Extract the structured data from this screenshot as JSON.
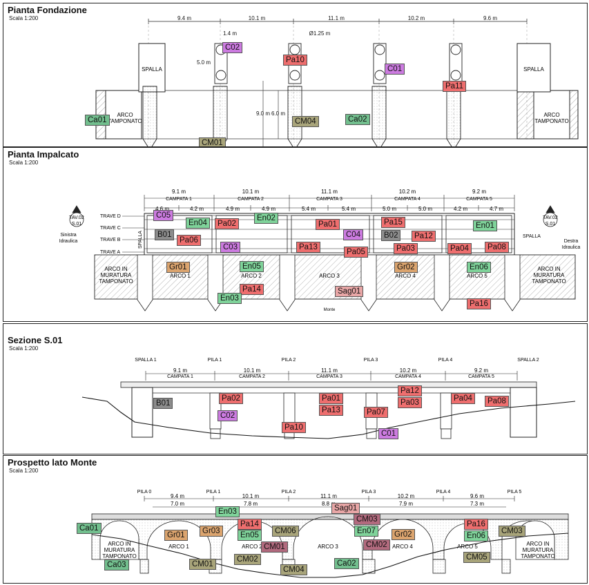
{
  "panels": {
    "fondazione": {
      "title": "Pianta Fondazione",
      "scale": "Scala 1:200"
    },
    "impalcato": {
      "title": "Pianta Impalcato",
      "scale": "Scala 1:200"
    },
    "sezione": {
      "title": "Sezione S.01",
      "scale": "Scala 1:200"
    },
    "prospetto": {
      "title": "Prospetto lato Monte",
      "scale": "Scala 1:200"
    }
  },
  "fondazione": {
    "dims_top": [
      "9.4 m",
      "10.1 m",
      "11.1 m",
      "10.2 m",
      "9.6 m"
    ],
    "dim_pile_w": "1.4 m",
    "dim_diam": "Ø1.25 m",
    "dim_pile_h": "5.0 m",
    "dim_9": "9.0 m",
    "dim_6": "6.0 m",
    "spalla": "SPALLA",
    "arco": [
      "ARCO",
      "TAMPONATO"
    ]
  },
  "impalcato": {
    "dims_top": [
      "9.1 m",
      "10.1 m",
      "11.1 m",
      "10.2 m",
      "9.2 m"
    ],
    "campate": [
      "CAMPATA 1",
      "CAMPATA 2",
      "CAMPATA 3",
      "CAMPATA 4",
      "CAMPATA 5"
    ],
    "dims_sub": [
      "4.6 m",
      "4.2 m",
      "4.9 m",
      "4.9 m",
      "5.4 m",
      "5.4 m",
      "5.0 m",
      "5.0 m",
      "4.2 m",
      "4.7 m"
    ],
    "travi": [
      "TRAVE D",
      "TRAVE C",
      "TRAVE B",
      "TRAVE A"
    ],
    "tav": [
      "TAV.02",
      "S.01"
    ],
    "sinistra": [
      "Sinistra",
      "Idraulica"
    ],
    "destra": [
      "Destra",
      "Idraulica"
    ],
    "spalla": "SPALLA",
    "archi": [
      "ARCO 1",
      "ARCO 2",
      "ARCO 3",
      "ARCO 4",
      "ARCO 5"
    ],
    "arco_mur": [
      "ARCO IN",
      "MURATURA",
      "TAMPONATO"
    ],
    "monte": "Monte"
  },
  "sezione": {
    "spalle": [
      "SPALLA 1",
      "SPALLA 2"
    ],
    "pile": [
      "PILA 1",
      "PILA 2",
      "PILA 3",
      "PILA 4"
    ],
    "dims": [
      "9.1 m",
      "10.1 m",
      "11.1 m",
      "10.2 m",
      "9.2 m"
    ],
    "campate": [
      "CAMPATA 1",
      "CAMPATA 2",
      "CAMPATA 3",
      "CAMPATA 4",
      "CAMPATA 5"
    ]
  },
  "prospetto": {
    "pile": [
      "PILA 0",
      "PILA 1",
      "PILA 2",
      "PILA 3",
      "PILA 4",
      "PILA 5"
    ],
    "dims_top": [
      "9.4 m",
      "10.1 m",
      "11.1 m",
      "10.2 m",
      "9.6 m"
    ],
    "dims_in": [
      "7.0 m",
      "7.8 m",
      "8.8 m",
      "7.9 m",
      "7.3 m"
    ],
    "archi": [
      "ARCO 1",
      "ARCO 2",
      "ARCO 3",
      "ARCO 4",
      "ARCO 5"
    ],
    "arco_mur": [
      "ARCO IN",
      "MURATURA",
      "TAMPONATO"
    ]
  },
  "tags": {
    "fondazione": [
      {
        "label": "C02",
        "color": "purple"
      },
      {
        "label": "Pa10",
        "color": "red"
      },
      {
        "label": "C01",
        "color": "purple"
      },
      {
        "label": "Pa11",
        "color": "red"
      },
      {
        "label": "Ca01",
        "color": "teal"
      },
      {
        "label": "CM04",
        "color": "olive"
      },
      {
        "label": "Ca02",
        "color": "teal"
      },
      {
        "label": "CM01",
        "color": "olive"
      }
    ],
    "impalcato": [
      {
        "label": "C05",
        "color": "purple"
      },
      {
        "label": "En04",
        "color": "green"
      },
      {
        "label": "Pa02",
        "color": "red"
      },
      {
        "label": "En02",
        "color": "green"
      },
      {
        "label": "Pa01",
        "color": "red"
      },
      {
        "label": "Pa15",
        "color": "red"
      },
      {
        "label": "En01",
        "color": "green"
      },
      {
        "label": "B01",
        "color": "gray"
      },
      {
        "label": "Pa06",
        "color": "red"
      },
      {
        "label": "C03",
        "color": "purple"
      },
      {
        "label": "C04",
        "color": "purple"
      },
      {
        "label": "B02",
        "color": "gray"
      },
      {
        "label": "Pa12",
        "color": "red"
      },
      {
        "label": "Pa13",
        "color": "red"
      },
      {
        "label": "Pa05",
        "color": "red"
      },
      {
        "label": "Pa03",
        "color": "red"
      },
      {
        "label": "Pa04",
        "color": "red"
      },
      {
        "label": "Pa08",
        "color": "red"
      },
      {
        "label": "Gr01",
        "color": "orange"
      },
      {
        "label": "En05",
        "color": "green"
      },
      {
        "label": "Gr02",
        "color": "orange"
      },
      {
        "label": "En06",
        "color": "green"
      },
      {
        "label": "Pa14",
        "color": "red"
      },
      {
        "label": "En03",
        "color": "green"
      },
      {
        "label": "Sag01",
        "color": "pink"
      },
      {
        "label": "Pa16",
        "color": "red"
      }
    ],
    "sezione": [
      {
        "label": "B01",
        "color": "gray"
      },
      {
        "label": "Pa02",
        "color": "red"
      },
      {
        "label": "C02",
        "color": "purple"
      },
      {
        "label": "Pa10",
        "color": "red"
      },
      {
        "label": "Pa01",
        "color": "red"
      },
      {
        "label": "Pa13",
        "color": "red"
      },
      {
        "label": "Pa12",
        "color": "red"
      },
      {
        "label": "Pa03",
        "color": "red"
      },
      {
        "label": "Pa07",
        "color": "red"
      },
      {
        "label": "C01",
        "color": "purple"
      },
      {
        "label": "Pa04",
        "color": "red"
      },
      {
        "label": "Pa08",
        "color": "red"
      }
    ],
    "prospetto": [
      {
        "label": "Ca01",
        "color": "teal"
      },
      {
        "label": "Ca03",
        "color": "teal"
      },
      {
        "label": "En03",
        "color": "green"
      },
      {
        "label": "Pa14",
        "color": "red"
      },
      {
        "label": "En05",
        "color": "green"
      },
      {
        "label": "Gr01",
        "color": "orange"
      },
      {
        "label": "Gr03",
        "color": "orange"
      },
      {
        "label": "CM06",
        "color": "olive"
      },
      {
        "label": "CM01",
        "color": "maroon"
      },
      {
        "label": "CM02",
        "color": "olive"
      },
      {
        "label": "CM01",
        "color": "olive"
      },
      {
        "label": "CM04",
        "color": "olive"
      },
      {
        "label": "Sag01",
        "color": "pink"
      },
      {
        "label": "CM03",
        "color": "maroon"
      },
      {
        "label": "En07",
        "color": "green"
      },
      {
        "label": "CM02",
        "color": "maroon"
      },
      {
        "label": "Gr02",
        "color": "orange"
      },
      {
        "label": "Ca02",
        "color": "teal"
      },
      {
        "label": "Pa16",
        "color": "red"
      },
      {
        "label": "En06",
        "color": "green"
      },
      {
        "label": "CM03",
        "color": "olive"
      },
      {
        "label": "CM05",
        "color": "olive"
      }
    ]
  }
}
